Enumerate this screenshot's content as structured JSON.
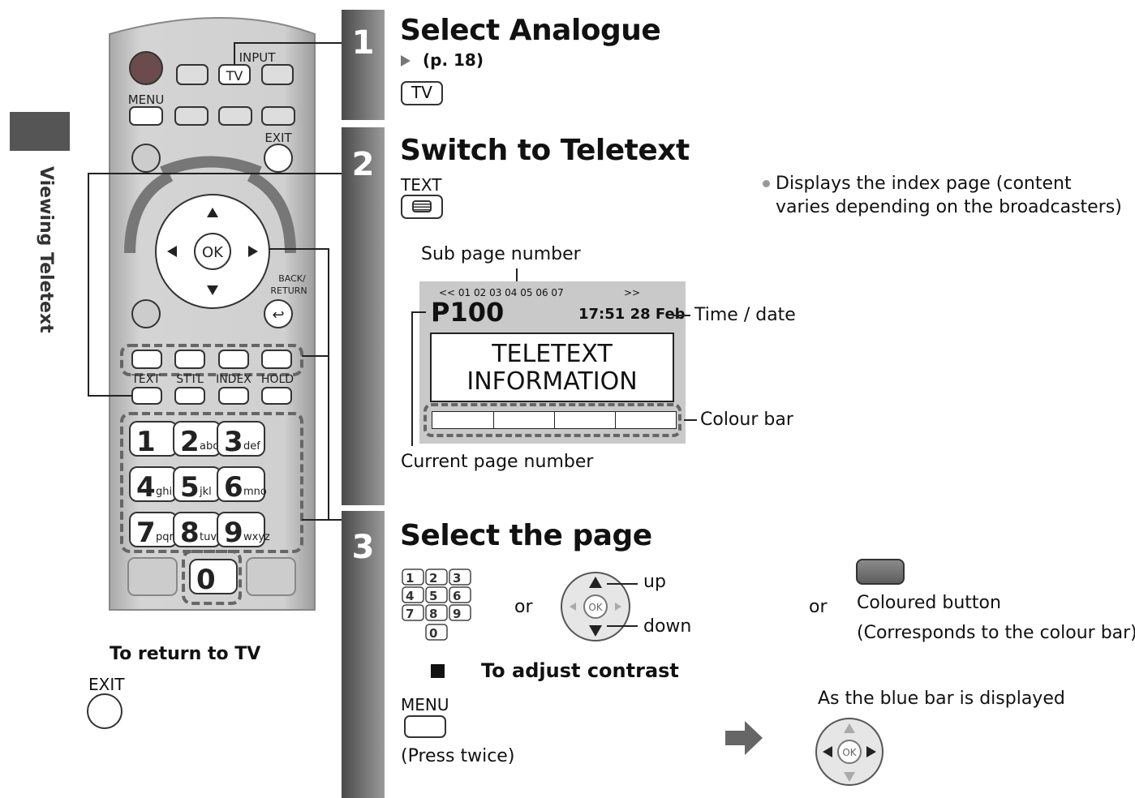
{
  "side_tab": {
    "label": "Viewing Teletext"
  },
  "remote": {
    "input_label": "INPUT",
    "tv_label": "TV",
    "menu_label": "MENU",
    "exit_label": "EXIT",
    "ok_label": "OK",
    "back_label_line1": "BACK/",
    "back_label_line2": "RETURN",
    "text_label": "TEXT",
    "sttl_label": "STTL",
    "index_label": "INDEX",
    "hold_label": "HOLD",
    "keys": [
      {
        "digit": "1",
        "letters": ""
      },
      {
        "digit": "2",
        "letters": "abc"
      },
      {
        "digit": "3",
        "letters": "def"
      },
      {
        "digit": "4",
        "letters": "ghi"
      },
      {
        "digit": "5",
        "letters": "jkl"
      },
      {
        "digit": "6",
        "letters": "mno"
      },
      {
        "digit": "7",
        "letters": "pqrs"
      },
      {
        "digit": "8",
        "letters": "tuv"
      },
      {
        "digit": "9",
        "letters": "wxyz"
      },
      {
        "digit": "0",
        "letters": ""
      }
    ]
  },
  "return_to_tv": {
    "title": "To return to TV",
    "key_label": "EXIT"
  },
  "steps": [
    {
      "number": "1",
      "title": "Select Analogue",
      "ref": "(p. 18)",
      "key_label": "TV"
    },
    {
      "number": "2",
      "title": "Switch to Teletext",
      "key_label": "TEXT",
      "note": "Displays the index page (content varies depending on the broadcasters)"
    },
    {
      "number": "3",
      "title": "Select the page"
    }
  ],
  "teletext_screen": {
    "sub_page_label": "Sub page number",
    "sub_pages": "<< 01 02 03 04 05 06 07",
    "sub_pages_next": ">>",
    "page": "P100",
    "time_date": "17:51 28 Feb",
    "time_date_label": "Time / date",
    "body_line1": "TELETEXT",
    "body_line2": "INFORMATION",
    "colour_bar_label": "Colour bar",
    "current_page_label": "Current page number"
  },
  "select_page": {
    "or1": "or",
    "up": "up",
    "down": "down",
    "or2": "or",
    "coloured_button": "Coloured button",
    "coloured_button_note": "(Corresponds to the colour bar)"
  },
  "contrast": {
    "title": "To adjust contrast",
    "menu_label": "MENU",
    "press_note": "(Press twice)",
    "blue_bar_note": "As the blue bar is displayed"
  },
  "colors": {
    "bar_dark": "#4a4a4a",
    "remote_body": "#c8c8c8",
    "screen_bg": "#c9c9c9"
  }
}
